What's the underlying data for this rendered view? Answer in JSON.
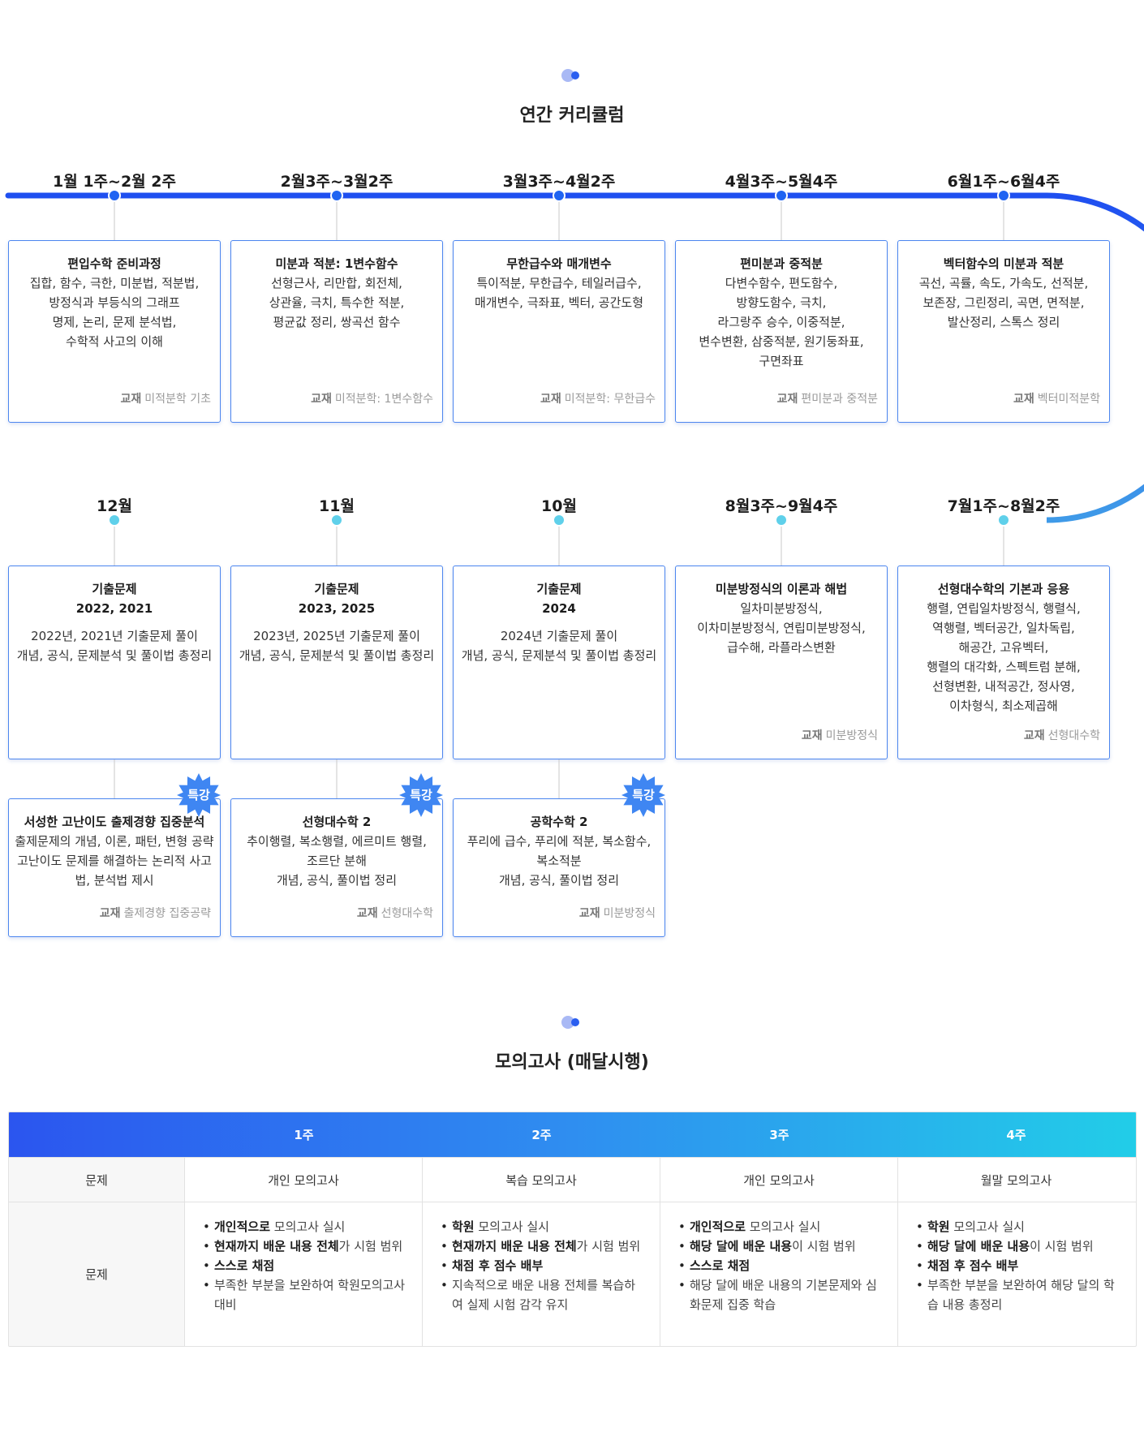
{
  "curriculum": {
    "title": "연간 커리큘럼",
    "row1": [
      {
        "period": "1월 1주~2월 2주",
        "title": "편입수학 준비과정",
        "body": "집합, 함수, 극한, 미분법, 적분법,\n방정식과 부등식의 그래프\n명제, 논리, 문제 분석법,\n수학적 사고의 이해",
        "book_label": "교재",
        "book": "미적분학 기초"
      },
      {
        "period": "2월3주~3월2주",
        "title": "미분과 적분: 1변수함수",
        "body": "선형근사, 리만합, 회전체,\n상관율, 극치, 특수한 적분,\n평균값 정리, 쌍곡선 함수",
        "book_label": "교재",
        "book": "미적분학: 1변수함수"
      },
      {
        "period": "3월3주~4월2주",
        "title": "무한급수와 매개변수",
        "body": "특이적분, 무한급수, 테일러급수,\n매개변수, 극좌표, 벡터, 공간도형",
        "book_label": "교재",
        "book": "미적분학: 무한급수"
      },
      {
        "period": "4월3주~5월4주",
        "title": "편미분과 중적분",
        "body": "다변수함수, 편도함수,\n방향도함수, 극치,\n라그랑주 승수, 이중적분,\n변수변환, 삼중적분, 원기둥좌표,\n구면좌표",
        "book_label": "교재",
        "book": "편미분과 중적분"
      },
      {
        "period": "6월1주~6월4주",
        "title": "벡터함수의 미분과 적분",
        "body": "곡선, 곡률, 속도, 가속도, 선적분,\n보존장, 그린정리, 곡면, 면적분,\n발산정리, 스톡스 정리",
        "book_label": "교재",
        "book": "벡터미적분학"
      }
    ],
    "row2": [
      {
        "period": "12월",
        "title": "기출문제",
        "title2": "2022, 2021",
        "body": "2022년, 2021년 기출문제 풀이\n개념, 공식, 문제분석 및 풀이법 총정리",
        "book_label": "",
        "book": ""
      },
      {
        "period": "11월",
        "title": "기출문제",
        "title2": "2023, 2025",
        "body": "2023년, 2025년 기출문제 풀이\n개념, 공식, 문제분석 및 풀이법 총정리",
        "book_label": "",
        "book": ""
      },
      {
        "period": "10월",
        "title": "기출문제",
        "title2": "2024",
        "body": "2024년 기출문제 풀이\n개념, 공식, 문제분석 및 풀이법 총정리",
        "book_label": "",
        "book": ""
      },
      {
        "period": "8월3주~9월4주",
        "title": "미분방정식의 이론과 해법",
        "title2": "",
        "body": "일차미분방정식,\n이차미분방정식, 연립미분방정식,\n급수해, 라플라스변환",
        "book_label": "교재",
        "book": "미분방정식"
      },
      {
        "period": "7월1주~8월2주",
        "title": "선형대수학의 기본과 응용",
        "title2": "",
        "body": "행렬, 연립일차방정식, 행렬식,\n역행렬, 벡터공간, 일차독립,\n해공간, 고유벡터,\n행렬의 대각화, 스펙트럼 분해,\n선형변환, 내적공간, 정사영,\n이차형식, 최소제곱해",
        "book_label": "교재",
        "book": "선형대수학"
      }
    ],
    "specials": [
      {
        "badge": "특강",
        "title": "서성한 고난이도 출제경향 집중분석",
        "body": "출제문제의 개념, 이론, 패턴, 변형 공략\n고난이도 문제를 해결하는 논리적 사고\n법, 분석법 제시",
        "book_label": "교재",
        "book": "출제경향 집중공략"
      },
      {
        "badge": "특강",
        "title": "선형대수학 2",
        "body": "추이행렬, 복소행렬, 에르미트 행렬,\n조르단 분해\n개념, 공식, 풀이법 정리",
        "book_label": "교재",
        "book": "선형대수학"
      },
      {
        "badge": "특강",
        "title": "공학수학 2",
        "body": "푸리에 급수, 푸리에 적분, 복소함수,\n복소적분\n개념, 공식, 풀이법 정리",
        "book_label": "교재",
        "book": "미분방정식"
      }
    ]
  },
  "mock_exam": {
    "title": "모의고사 (매달시행)",
    "weeks": [
      "1주",
      "2주",
      "3주",
      "4주"
    ],
    "row1_header": "문제",
    "row1": [
      "개인 모의고사",
      "복습 모의고사",
      "개인 모의고사",
      "월말 모의고사"
    ],
    "row2_header": "문제",
    "row2": [
      [
        {
          "bold": "개인적으로",
          "rest": " 모의고사 실시"
        },
        {
          "bold": "현재까지 배운 내용 전체",
          "rest": "가 시험 범위"
        },
        {
          "bold": "스스로 채점",
          "rest": ""
        },
        {
          "bold": "",
          "rest": "부족한 부분을 보완하여 학원모의고사 대비"
        }
      ],
      [
        {
          "bold": "학원",
          "rest": " 모의고사 실시"
        },
        {
          "bold": "현재까지 배운 내용 전체",
          "rest": "가 시험 범위"
        },
        {
          "bold": "채점 후 점수 배부",
          "rest": ""
        },
        {
          "bold": "",
          "rest": "지속적으로 배운 내용 전체를 복습하여 실제 시험 감각 유지"
        }
      ],
      [
        {
          "bold": "개인적으로",
          "rest": " 모의고사 실시"
        },
        {
          "bold": "해당 달에 배운 내용",
          "rest": "이 시험 범위"
        },
        {
          "bold": "스스로 채점",
          "rest": ""
        },
        {
          "bold": "",
          "rest": "해당 달에 배운 내용의 기본문제와 심화문제 집중 학습"
        }
      ],
      [
        {
          "bold": "학원",
          "rest": " 모의고사 실시"
        },
        {
          "bold": "해당 달에 배운 내용",
          "rest": "이 시험 범위"
        },
        {
          "bold": "채점 후 점수 배부",
          "rest": ""
        },
        {
          "bold": "",
          "rest": "부족한 부분을 보완하여 해당 달의 학습 내용 총정리"
        }
      ]
    ]
  },
  "colors": {
    "timeline_top": "#1f4ff0",
    "timeline_bottom": "#5fd2ea",
    "card_border": "#4c86ef",
    "node_top": "#2064f2",
    "node_bottom": "#5fd0ea",
    "badge": "#3f86f2"
  }
}
